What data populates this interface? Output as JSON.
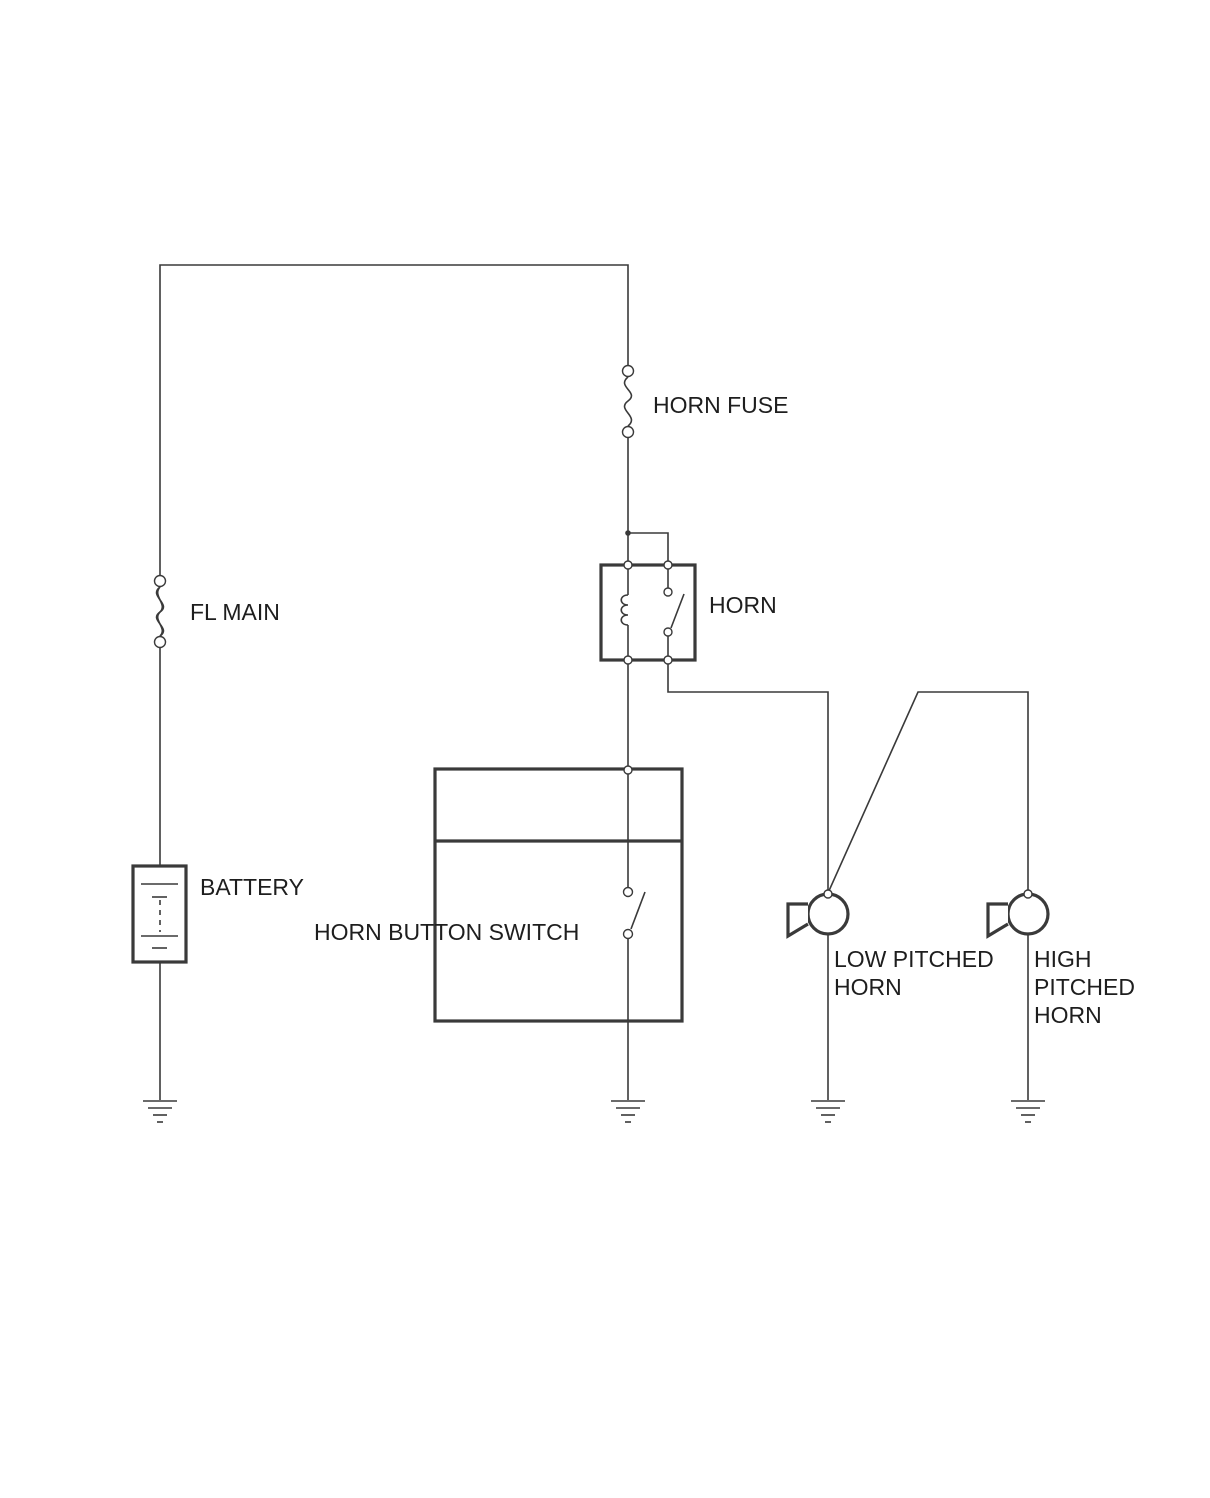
{
  "diagram": {
    "title": "",
    "labels": {
      "fl_main": "FL MAIN",
      "battery": "BATTERY",
      "horn_fuse": "HORN FUSE",
      "horn_relay": "HORN",
      "horn_button_switch": "HORN BUTTON SWITCH",
      "low_pitched_horn": [
        "LOW PITCHED",
        "HORN"
      ],
      "high_pitched_horn": [
        "HIGH",
        "PITCHED",
        "HORN"
      ]
    },
    "components": [
      {
        "id": "battery",
        "type": "battery",
        "icon": "battery-icon"
      },
      {
        "id": "fl_main",
        "type": "fusible-link",
        "icon": "fusible-link-icon"
      },
      {
        "id": "horn_fuse",
        "type": "fuse",
        "icon": "fuse-icon"
      },
      {
        "id": "horn_relay",
        "type": "relay",
        "icon": "relay-icon"
      },
      {
        "id": "horn_button_switch",
        "type": "switch",
        "icon": "switch-icon"
      },
      {
        "id": "low_pitched_horn",
        "type": "horn",
        "icon": "horn-icon"
      },
      {
        "id": "high_pitched_horn",
        "type": "horn",
        "icon": "horn-icon"
      },
      {
        "id": "grounds",
        "type": "ground",
        "count": 4,
        "icon": "ground-icon"
      }
    ],
    "colors": {
      "wire": "#3a3a3a",
      "text": "#1e1e1e",
      "background": "#ffffff"
    }
  }
}
